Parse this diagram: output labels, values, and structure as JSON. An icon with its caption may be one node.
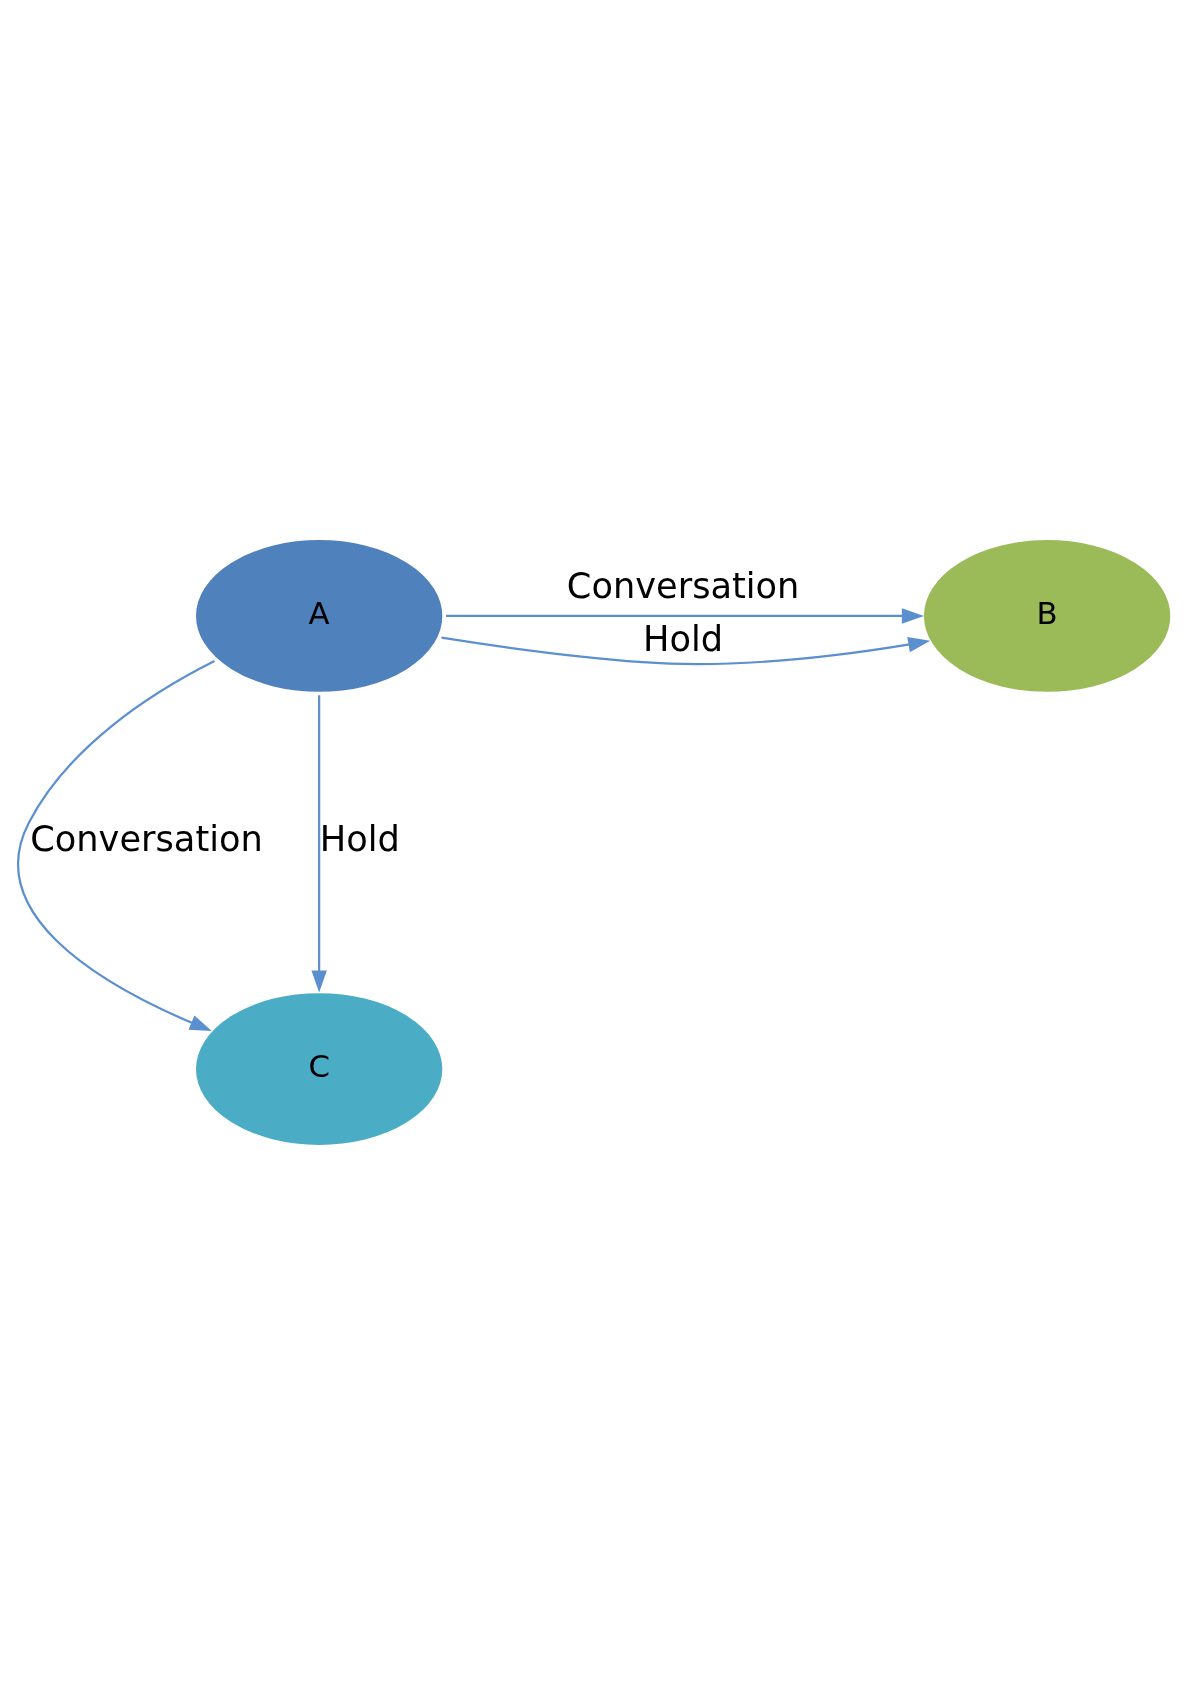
{
  "diagram": {
    "nodes": [
      {
        "text": [
          "A"
        ]
      },
      {
        "text": [
          "B"
        ]
      },
      {
        "text": [
          "C"
        ]
      }
    ],
    "edges": [
      {
        "from": 0,
        "to": 1,
        "arrow": "to",
        "label": "Conversation"
      },
      {
        "from": 0,
        "to": 1,
        "arrow": "to",
        "label": "Hold"
      },
      {
        "from": 0,
        "to": 2,
        "arrow": "to",
        "label": "Conversation"
      },
      {
        "from": 0,
        "to": 2,
        "arrow": "to",
        "label": "Hold"
      }
    ]
  }
}
